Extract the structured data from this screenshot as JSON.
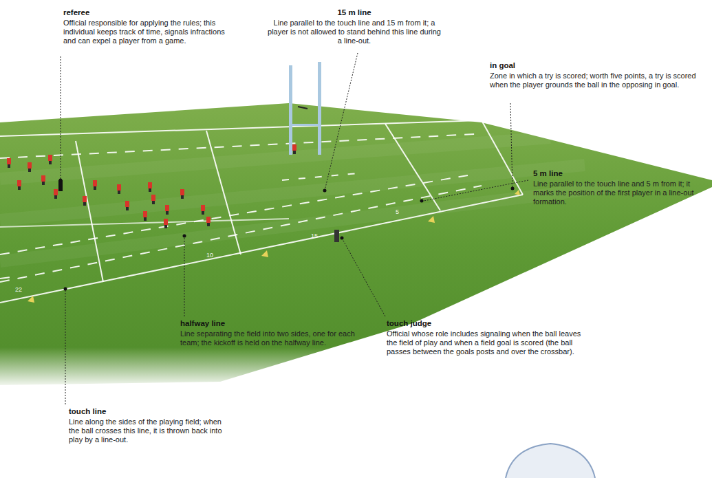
{
  "diagram": {
    "labels": [
      "referee",
      "Official responsible for applying the rules; this individual keeps track of time, signals infractions and can expel a player from a game.",
      "15 m line",
      "Line parallel to the touch line and 15 m from it; a player is not allowed to stand behind this line during a line-out.",
      "in goal",
      "Zone in which a try is scored; worth five points, a try is scored when the player grounds the ball in the opposing in goal.",
      "5 m line",
      "Line parallel to the touch line and 5 m from it; it marks the position of the first player in a line-out formation.",
      "halfway line",
      "Line separating the field into two sides, one for each team; the kickoff is held on the halfway line.",
      "touch judge",
      "Official whose role includes signaling when the ball leaves the field of play and when a field goal is scored (the ball passes between the goals posts and over the crossbar).",
      "touch line",
      "Line along the sides of the playing field; when the ball crosses this line, it is thrown back into play by a line-out.",
      "22",
      "10",
      "5",
      "15"
    ]
  }
}
